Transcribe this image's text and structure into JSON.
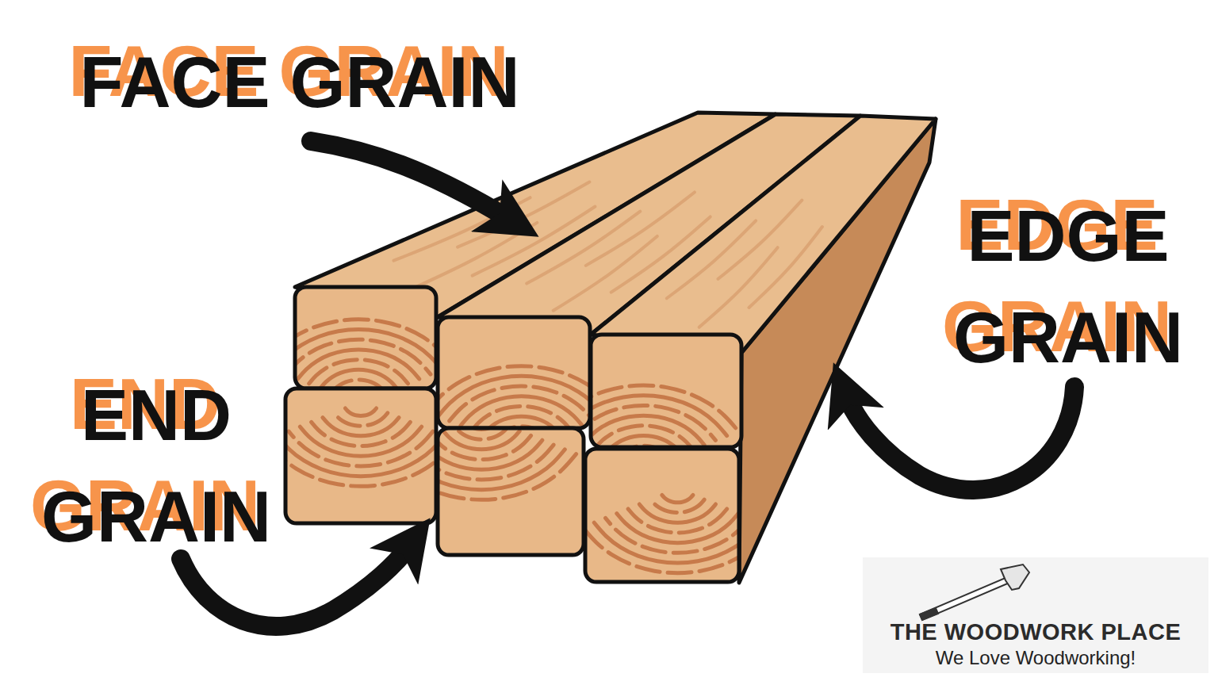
{
  "diagram": {
    "labels": [
      "FACE GRAIN",
      "EDGE GRAIN",
      "END GRAIN",
      "THE WOODWORK PLACE",
      "We Love Woodworking!"
    ]
  }
}
